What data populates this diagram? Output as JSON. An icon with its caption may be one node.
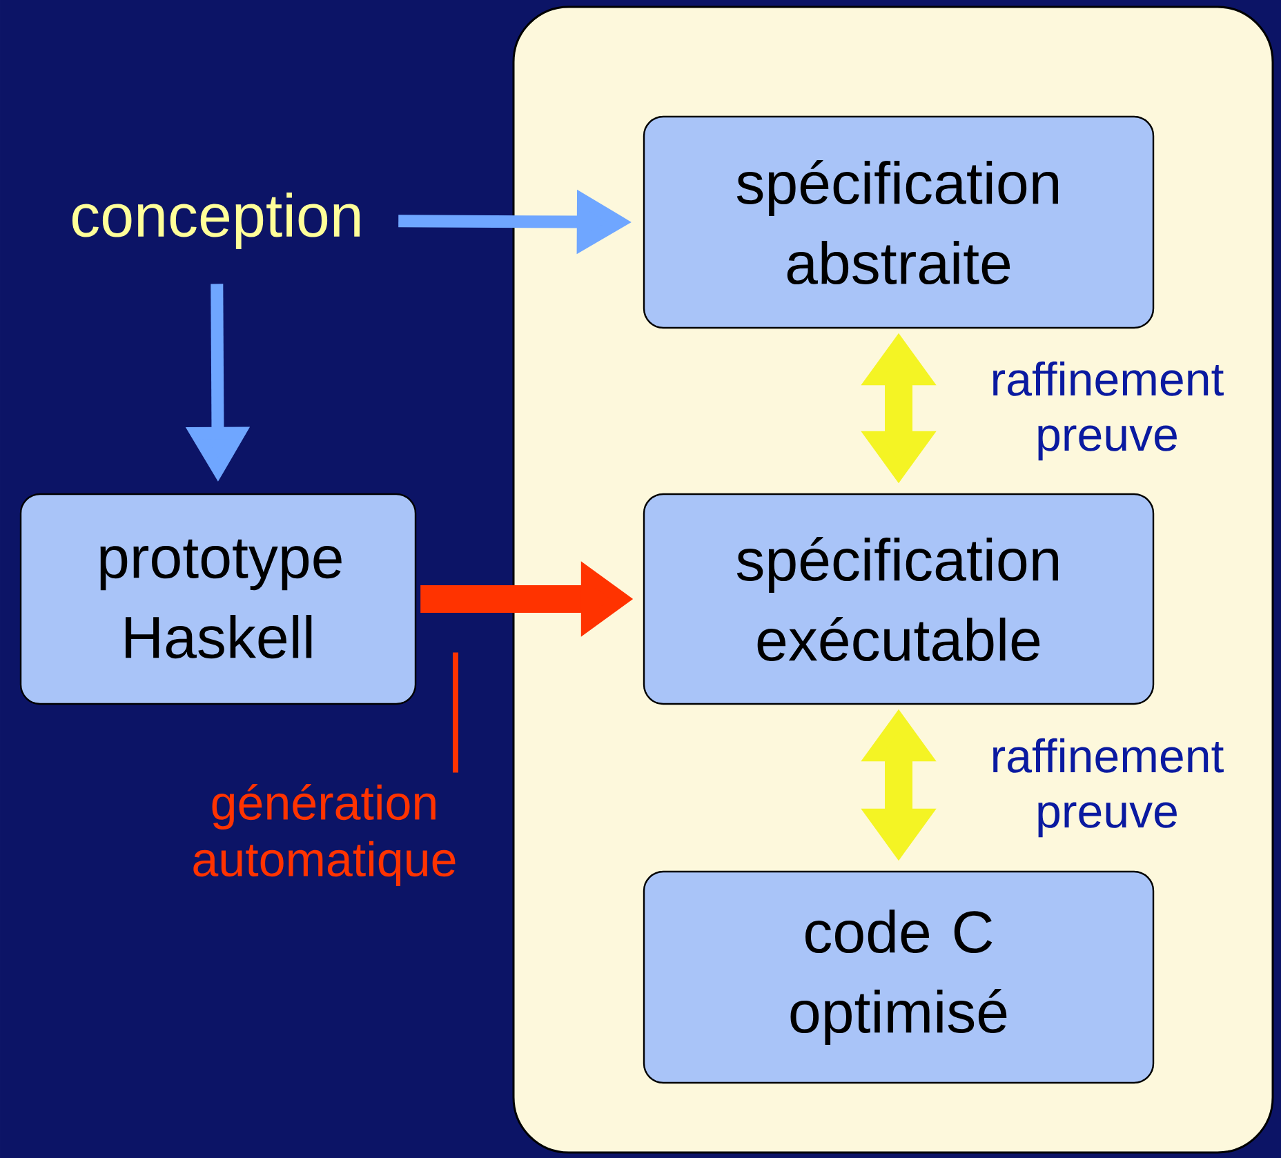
{
  "diagram": {
    "nodes": [
      {
        "text": [],
        "shape": "box"
      },
      {
        "text": [
          "spécification abstraite"
        ],
        "in": 0
      },
      {
        "text": [
          "spécification exécutable"
        ],
        "in": 0
      },
      {
        "text": [
          "code C optimisé"
        ],
        "in": 0
      },
      {
        "text": [
          "conception"
        ]
      },
      {
        "text": [
          "prototype Haskell"
        ]
      },
      {
        "text": [
          "génération automatique"
        ]
      }
    ],
    "edges": [
      {
        "from": 4,
        "to": 1,
        "arrow": "to",
        "color": "#6fa6ff"
      },
      {
        "from": 4,
        "to": 5,
        "arrow": "to",
        "color": "#6fa6ff"
      },
      {
        "from": 5,
        "to": 2,
        "arrow": "to",
        "style": "thick",
        "color": "#ff3300"
      },
      {
        "from": 1,
        "to": 2,
        "arrow": "both",
        "label": "raffinement preuve",
        "style": "thick",
        "color": "#f4f424"
      },
      {
        "from": 2,
        "to": 3,
        "arrow": "both",
        "label": "raffinement preuve",
        "style": "thick",
        "color": "#f4f424"
      },
      {
        "from": 6,
        "to": null,
        "arrow": "none",
        "color": "#ff3300"
      }
    ]
  }
}
